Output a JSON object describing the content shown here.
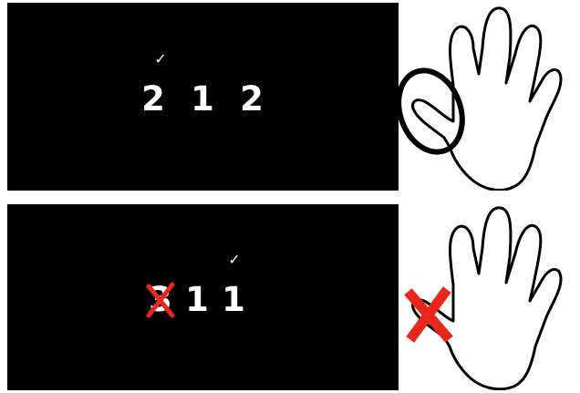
{
  "trials": [
    {
      "digits": [
        "2",
        "1",
        "2"
      ],
      "checked_index": 0,
      "checkmark": "✓",
      "struck_index": null,
      "hand_marker": "circle-thumb"
    },
    {
      "digits": [
        "3",
        "1",
        "1"
      ],
      "checked_index": 2,
      "checkmark": "✓",
      "struck_index": 0,
      "hand_marker": "cross-thumb"
    }
  ],
  "colors": {
    "screen_bg": "#000000",
    "digit": "#ffffff",
    "cross": "#e8261c",
    "outline": "#000000"
  }
}
